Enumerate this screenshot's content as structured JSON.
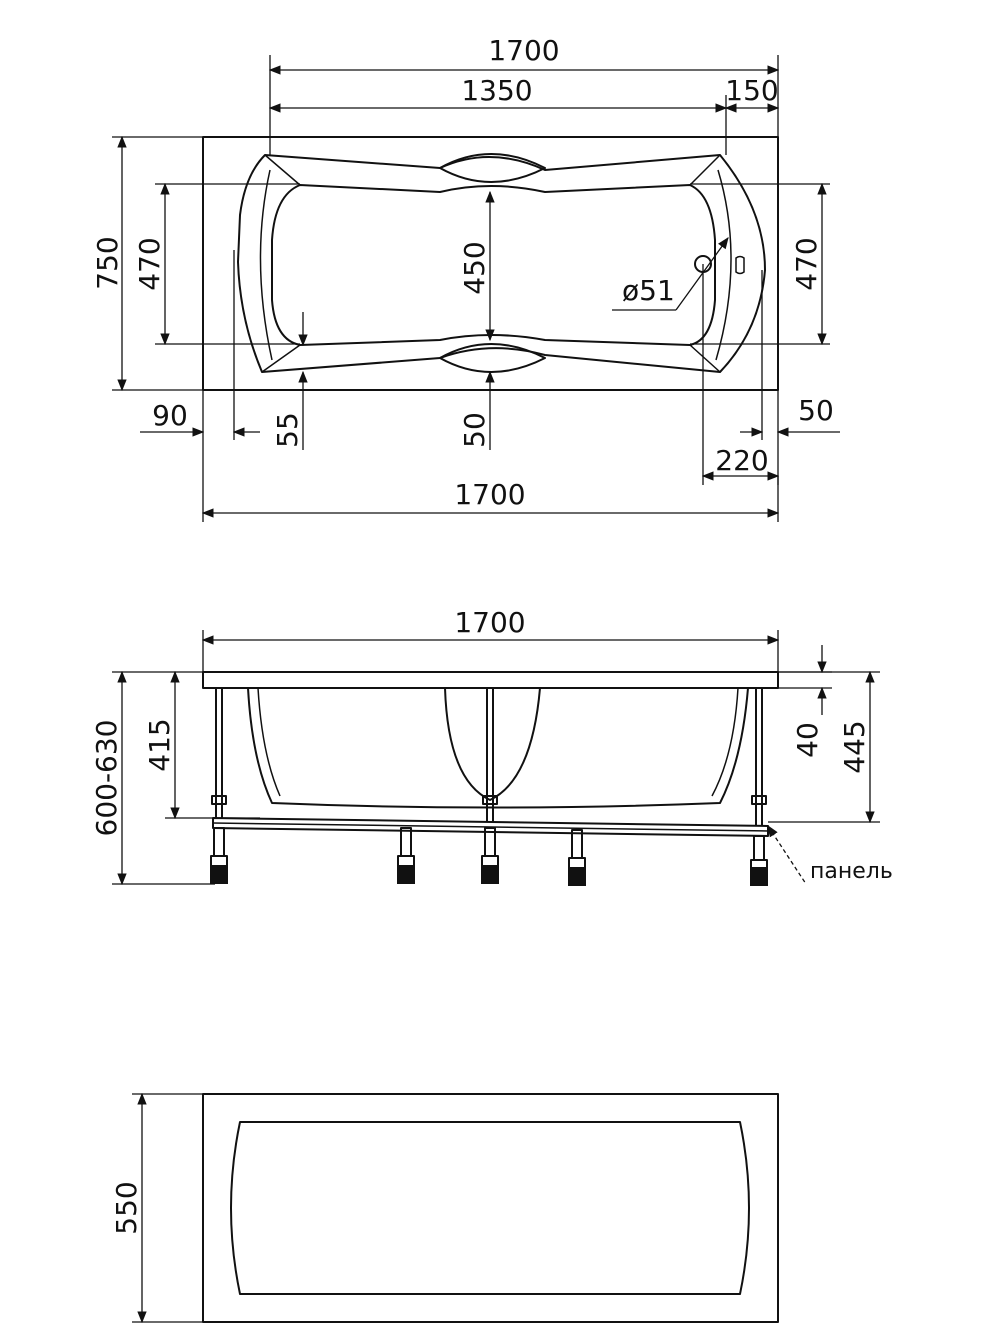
{
  "top_view": {
    "overall_length_top": "1700",
    "bowl_length": "1350",
    "end_offset": "150",
    "overall_width": "750",
    "inner_width_left": "470",
    "inner_width_right": "470",
    "center_width": "450",
    "drain_diameter": "ø51",
    "left_margin": "90",
    "left_rim": "55",
    "center_rim": "50",
    "right_rim": "50",
    "drain_offset": "220",
    "overall_length_bottom": "1700"
  },
  "side_view": {
    "overall_length": "1700",
    "total_height": "600-630",
    "depth": "415",
    "rim_thickness": "40",
    "tub_height": "445",
    "panel_label": "панель"
  },
  "panel_view": {
    "panel_height": "550"
  },
  "colors": {
    "line": "#111111",
    "background": "#ffffff"
  }
}
